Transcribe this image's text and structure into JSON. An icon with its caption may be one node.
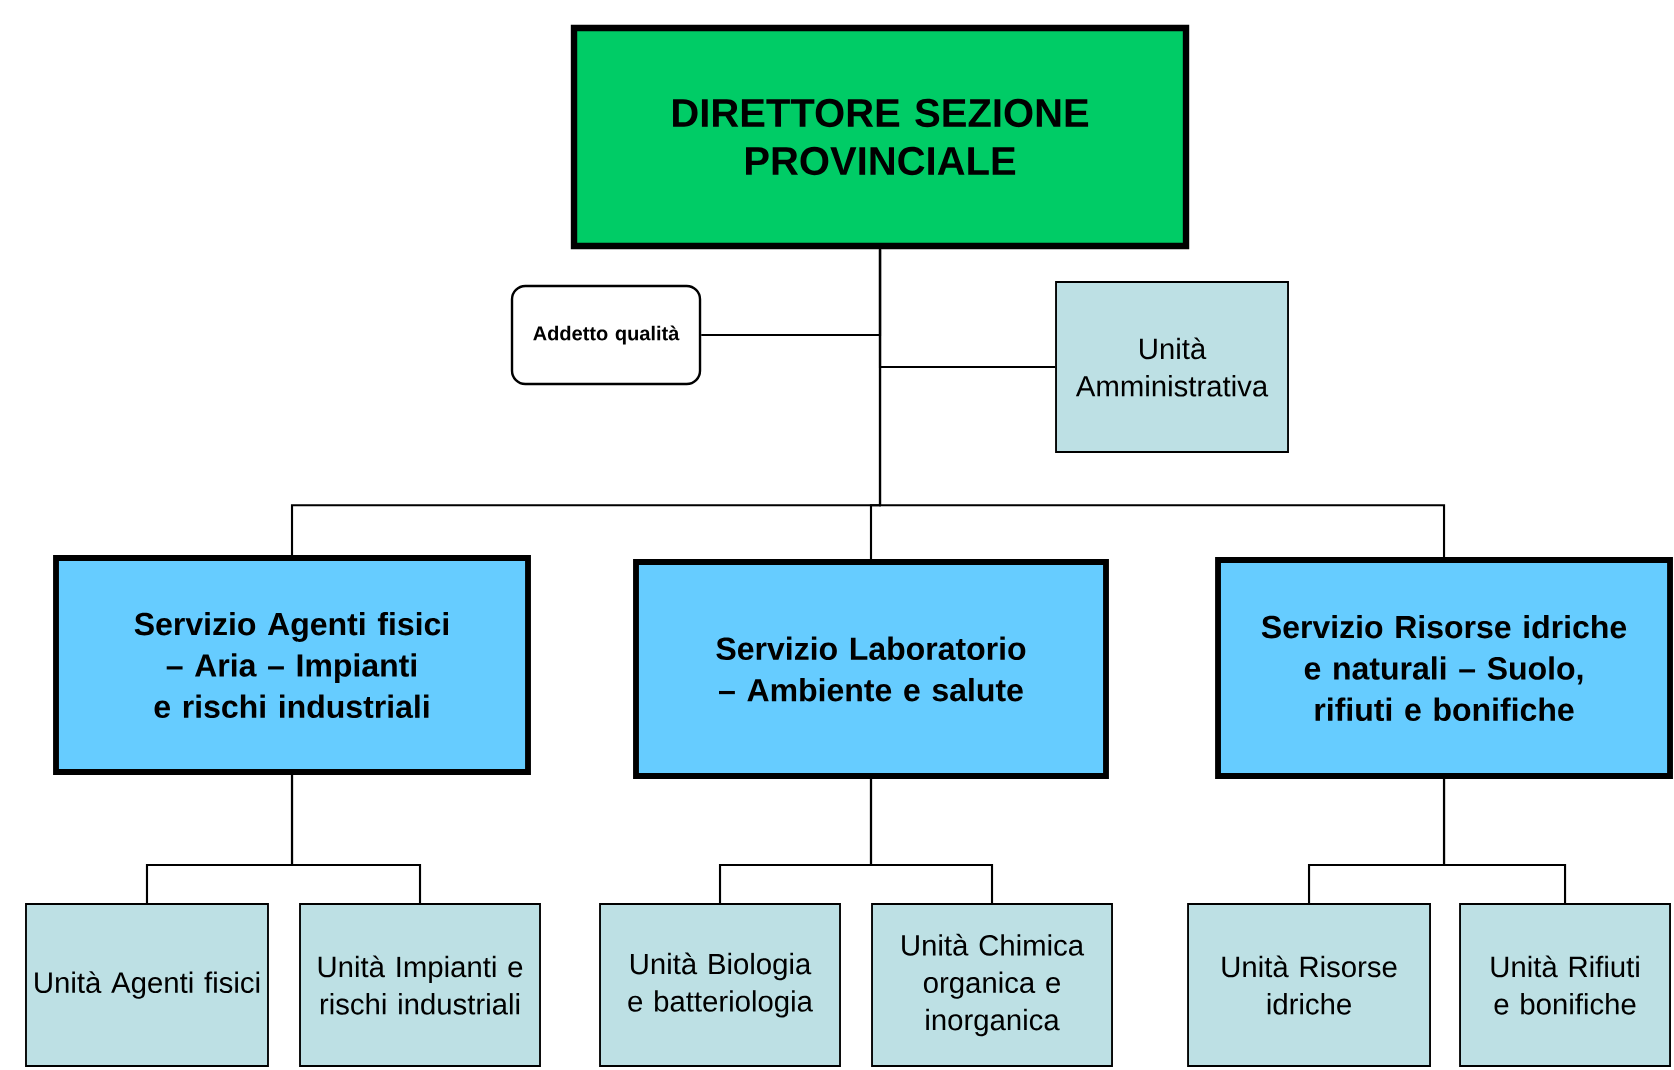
{
  "diagram": {
    "nodes": [
      {
        "text": [
          "DIRETTORE SEZIONE PROVINCIALE"
        ]
      },
      {
        "text": [
          "Addetto qualità"
        ]
      },
      {
        "text": [
          "Unità Amministrativa"
        ]
      },
      {
        "text": [
          "Servizio Agenti fisici – Aria – Impianti e rischi industriali"
        ]
      },
      {
        "text": [
          "Servizio Laboratorio – Ambiente e salute"
        ]
      },
      {
        "text": [
          "Servizio Risorse idriche e naturali – Suolo, rifiuti e bonifiche"
        ]
      },
      {
        "text": [
          "Unità Agenti fisici"
        ]
      },
      {
        "text": [
          "Unità Impianti e rischi industriali"
        ]
      },
      {
        "text": [
          "Unità Biologia e batteriologia"
        ]
      },
      {
        "text": [
          "Unità Chimica organica e inorganica"
        ]
      },
      {
        "text": [
          "Unità Risorse idriche"
        ]
      },
      {
        "text": [
          "Unità Rifiuti e bonifiche"
        ]
      }
    ],
    "edges": [
      {
        "from": 0,
        "to": 1,
        "arrow": "none"
      },
      {
        "from": 0,
        "to": 2,
        "arrow": "none"
      },
      {
        "from": 0,
        "to": 3,
        "arrow": "none"
      },
      {
        "from": 0,
        "to": 4,
        "arrow": "none"
      },
      {
        "from": 0,
        "to": 5,
        "arrow": "none"
      },
      {
        "from": 3,
        "to": 6,
        "arrow": "none"
      },
      {
        "from": 3,
        "to": 7,
        "arrow": "none"
      },
      {
        "from": 4,
        "to": 8,
        "arrow": "none"
      },
      {
        "from": 4,
        "to": 9,
        "arrow": "none"
      },
      {
        "from": 5,
        "to": 10,
        "arrow": "none"
      },
      {
        "from": 5,
        "to": 11,
        "arrow": "none"
      }
    ]
  }
}
